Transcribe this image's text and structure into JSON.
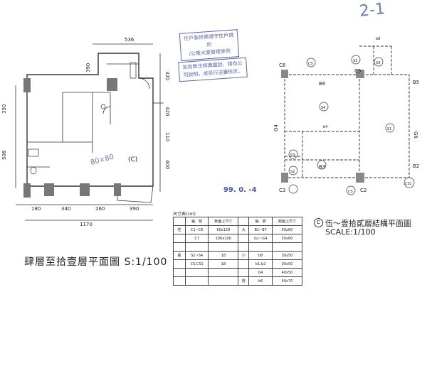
{
  "handwriting": {
    "sheet_no": "2-1",
    "room_size": "80×80"
  },
  "stamp_1": {
    "line1": "住戶裝修需遵守住戶規約",
    "line2": "/公寓大廈管理條例"
  },
  "stamp_2": {
    "line1": "如有無法辨識圖說，請向公",
    "line2": "司說明，或另行送審核定。"
  },
  "date_stamp": "99. 0. -4",
  "floor_plan": {
    "dims_top": [
      "536"
    ],
    "dims_left": [
      "350",
      "508"
    ],
    "dims_right": [
      "320",
      "420",
      "110",
      "400"
    ],
    "dims_inner": [
      "390"
    ],
    "dims_bottom": [
      "180",
      "340",
      "260",
      "390"
    ],
    "dim_total": "1170",
    "unit_label": "(C)",
    "title": "肆層至拾壹層平面圖 S:1/100"
  },
  "structure_plan": {
    "columns": [
      "C6",
      "C5",
      "C3",
      "C2",
      "CS",
      "CS",
      "CS1"
    ],
    "beams": [
      "B6",
      "B5",
      "B3",
      "B2",
      "G4",
      "b4",
      "G6",
      "b8"
    ],
    "slabs": [
      "S4",
      "S1",
      "S3",
      "S3",
      "S2",
      "S3"
    ],
    "title_line1": "伍～壹拾貳層結構平面圖",
    "title_line2": "SCALE:1/100",
    "circle_mark": "C"
  },
  "dim_table": {
    "caption": "尺寸表(cm)",
    "headers": [
      "編　號",
      "斷面上尺寸",
      "",
      "編　號",
      "斷面上尺寸"
    ],
    "rows": [
      [
        "柱",
        "C1~C6",
        "60x120",
        "大",
        "B1~B7",
        "50x60"
      ],
      [
        "",
        "C7",
        "100x100",
        "",
        "G1~G4",
        "50x60"
      ],
      [
        "",
        "",
        "",
        "",
        "",
        ""
      ],
      [
        "版",
        "S1~S4",
        "18",
        "小",
        "b8",
        "30x50"
      ],
      [
        "",
        "CS,CS1",
        "18",
        "",
        "b1,b2",
        "30x50"
      ],
      [
        "",
        "",
        "",
        "",
        "b4",
        "40x50"
      ],
      [
        "",
        "",
        "",
        "樑",
        "b6",
        "40x70"
      ]
    ]
  }
}
